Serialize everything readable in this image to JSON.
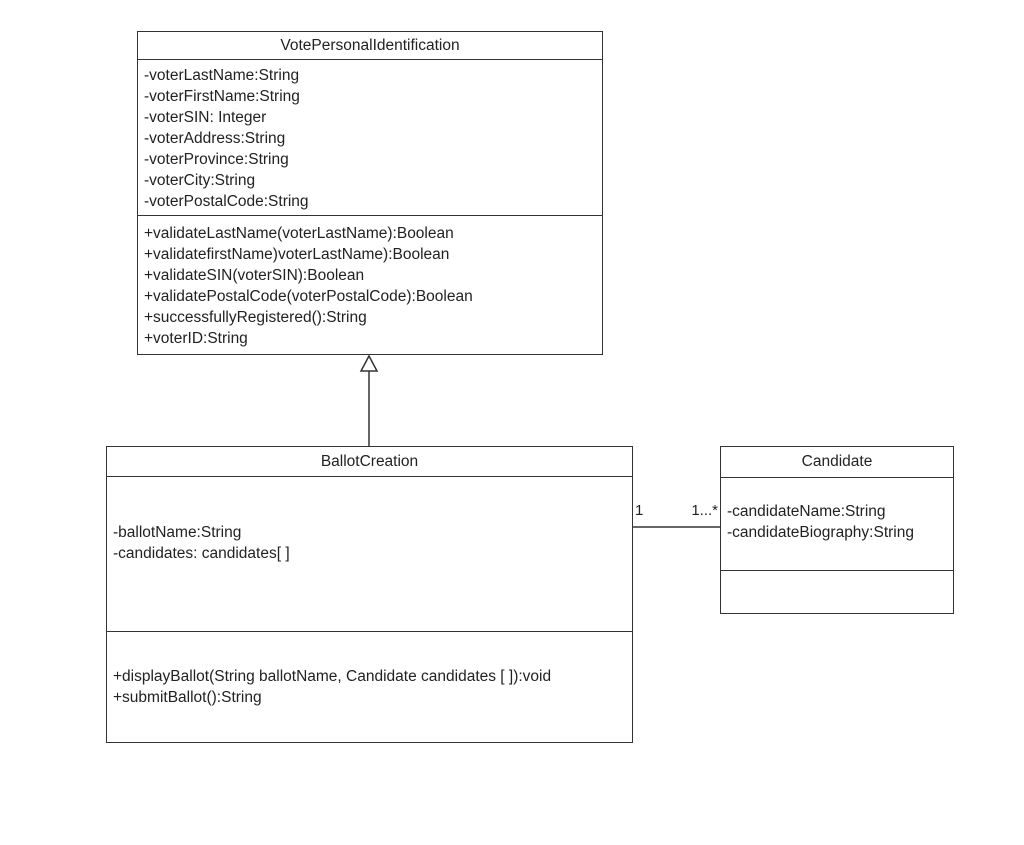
{
  "diagram": {
    "type": "uml-class-diagram",
    "colors": {
      "stroke": "#333333",
      "text": "#222222",
      "background": "#ffffff",
      "shape_fill": "#ffffff"
    },
    "classes": [
      {
        "name": "VotePersonalIdentification",
        "attributes": [
          "-voterLastName:String",
          "-voterFirstName:String",
          "-voterSIN: Integer",
          "-voterAddress:String",
          "-voterProvince:String",
          "-voterCity:String",
          "-voterPostalCode:String"
        ],
        "methods": [
          "+validateLastName(voterLastName):Boolean",
          "+validatefirstName)voterLastName):Boolean",
          "+validateSIN(voterSIN):Boolean",
          "+validatePostalCode(voterPostalCode):Boolean",
          "+successfullyRegistered():String",
          "+voterID:String"
        ]
      },
      {
        "name": "BallotCreation",
        "attributes": [
          "-ballotName:String",
          "-candidates: candidates[ ]"
        ],
        "methods": [
          "+displayBallot(String ballotName, Candidate candidates [ ]):void",
          "+submitBallot():String"
        ]
      },
      {
        "name": "Candidate",
        "attributes": [
          "-candidateName:String",
          "-candidateBiography:String"
        ],
        "methods": []
      }
    ],
    "relationships": [
      {
        "type": "generalization",
        "from": "BallotCreation",
        "to": "VotePersonalIdentification"
      },
      {
        "type": "association",
        "from": "BallotCreation",
        "to": "Candidate",
        "from_multiplicity": "1",
        "to_multiplicity": "1...*"
      }
    ]
  }
}
